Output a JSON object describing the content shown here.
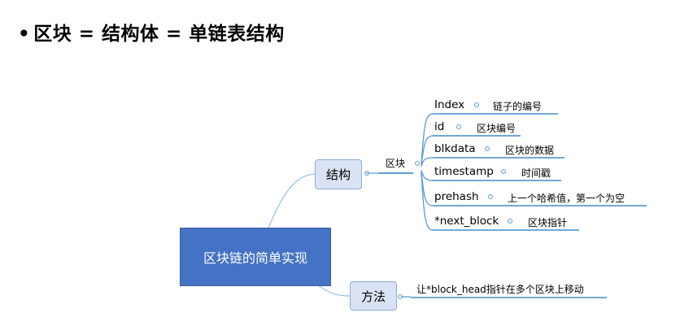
{
  "heading": {
    "bullet": "•",
    "text": "区块 = 结构体 = 单链表结构"
  },
  "mindmap": {
    "root": "区块链的简单实现",
    "structure": {
      "label": "结构",
      "sub": "区块",
      "fields": [
        {
          "name": "Index",
          "note": "链子的编号"
        },
        {
          "name": "id",
          "note": "区块编号"
        },
        {
          "name": "blkdata",
          "note": "区块的数据"
        },
        {
          "name": "timestamp",
          "note": "时间戳"
        },
        {
          "name": "prehash",
          "note": "上一个哈希值，第一个为空"
        },
        {
          "name": "*next_block",
          "note": "区块指针"
        }
      ]
    },
    "method": {
      "label": "方法",
      "note": "让*block_head指针在多个区块上移动"
    }
  },
  "colors": {
    "root_fill": "#4472c4",
    "branch_fill": "#dae3f3",
    "line": "#5b9bd5",
    "connector": "#9dc3e6"
  }
}
